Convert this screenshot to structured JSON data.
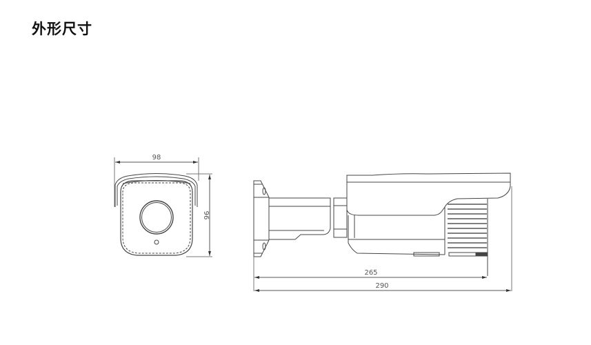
{
  "page": {
    "title": "外形尺寸"
  },
  "front_view": {
    "width_label": "98",
    "height_label": "96"
  },
  "side_view": {
    "body_length_label": "265",
    "total_length_label": "290"
  },
  "colors": {
    "line": "#444444",
    "dimension": "#555555",
    "background": "#ffffff"
  }
}
